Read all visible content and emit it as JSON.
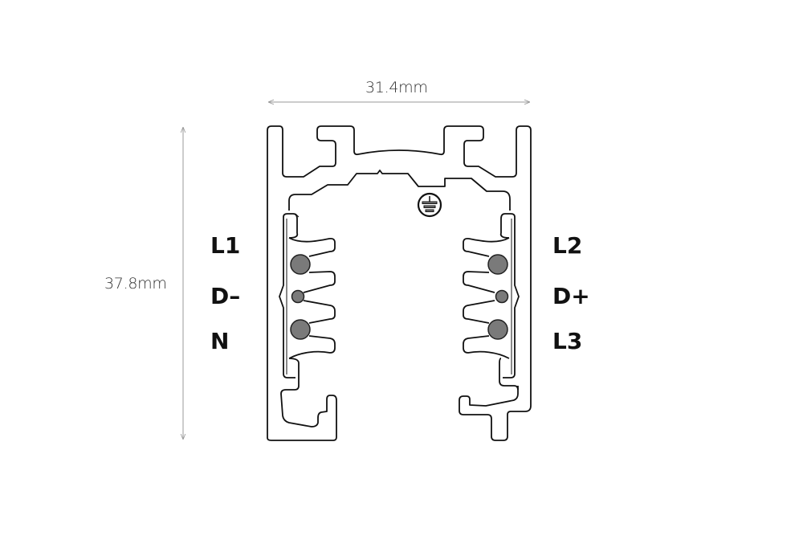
{
  "dimensions": {
    "width": "31.4mm",
    "height": "37.8mm"
  },
  "labels": {
    "left": [
      "L1",
      "D–",
      "N"
    ],
    "right": [
      "L2",
      "D+",
      "L3"
    ]
  },
  "icons": {
    "earth": "earth-ground-icon"
  },
  "colors": {
    "outline": "#111111",
    "conductor": "#7a7a7a",
    "dimension_line": "#999999"
  }
}
